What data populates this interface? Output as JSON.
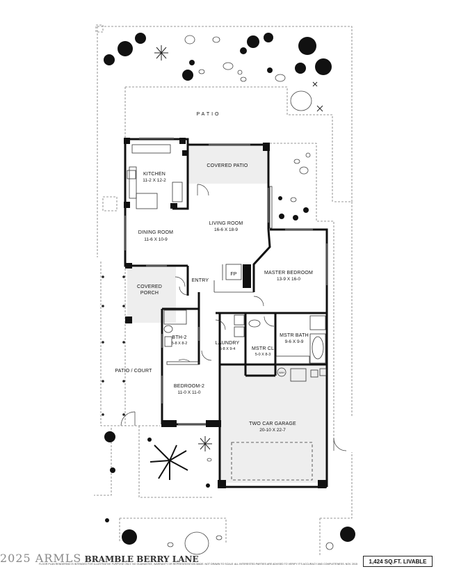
{
  "rooms": {
    "patio": "PATIO",
    "kitchen": {
      "name": "KITCHEN",
      "dim": "11-2 X 12-2"
    },
    "covered_patio": "COVERED PATIO",
    "dining": {
      "name": "DINING ROOM",
      "dim": "11-6 X 10-9"
    },
    "living": {
      "name": "LIVING ROOM",
      "dim": "16-6 X 18-9"
    },
    "fp": "FP",
    "entry": "ENTRY",
    "covered_porch": {
      "line1": "COVERED",
      "line2": "PORCH"
    },
    "master_bedroom": {
      "name": "MASTER BEDROOM",
      "dim": "13-9 X 16-0"
    },
    "bath2": {
      "name": "BTH-2",
      "dim": "5-8 X 8-2"
    },
    "laundry": {
      "name": "LAUNDRY",
      "dim": "5-8 X 9-4"
    },
    "master_bath": {
      "name": "MSTR BATH",
      "dim": "9-6 X 9-9"
    },
    "master_closet": {
      "name": "MSTR CL",
      "dim": "5-0 X 8-3"
    },
    "patio_court": "PATIO / COURT",
    "bedroom2": {
      "name": "BEDROOM-2",
      "dim": "11-0 X 11-0"
    },
    "garage": {
      "name": "TWO CAR GARAGE",
      "dim": "20-10 X 22-7"
    },
    "wh": "W/H"
  },
  "footer": {
    "watermark": "2025 ARMLS",
    "address": "BRAMBLE BERRY LANE",
    "disclaimer": "FLOOR PLAN RENDERING IS INTENDED FOR ILLUSTRATIVE PURPOSE ONLY. NO GUARANTEE, WARRANTY OR REPRESENTATION MADE. NOT DRAWN TO SCALE. ALL INTERESTED PARTIES ARE ADVISED TO VERIFY IT'S ACCURACY AND COMPLETENESS. NOV. 2015",
    "sqft": "1,424 SQ.FT. LIVABLE"
  }
}
